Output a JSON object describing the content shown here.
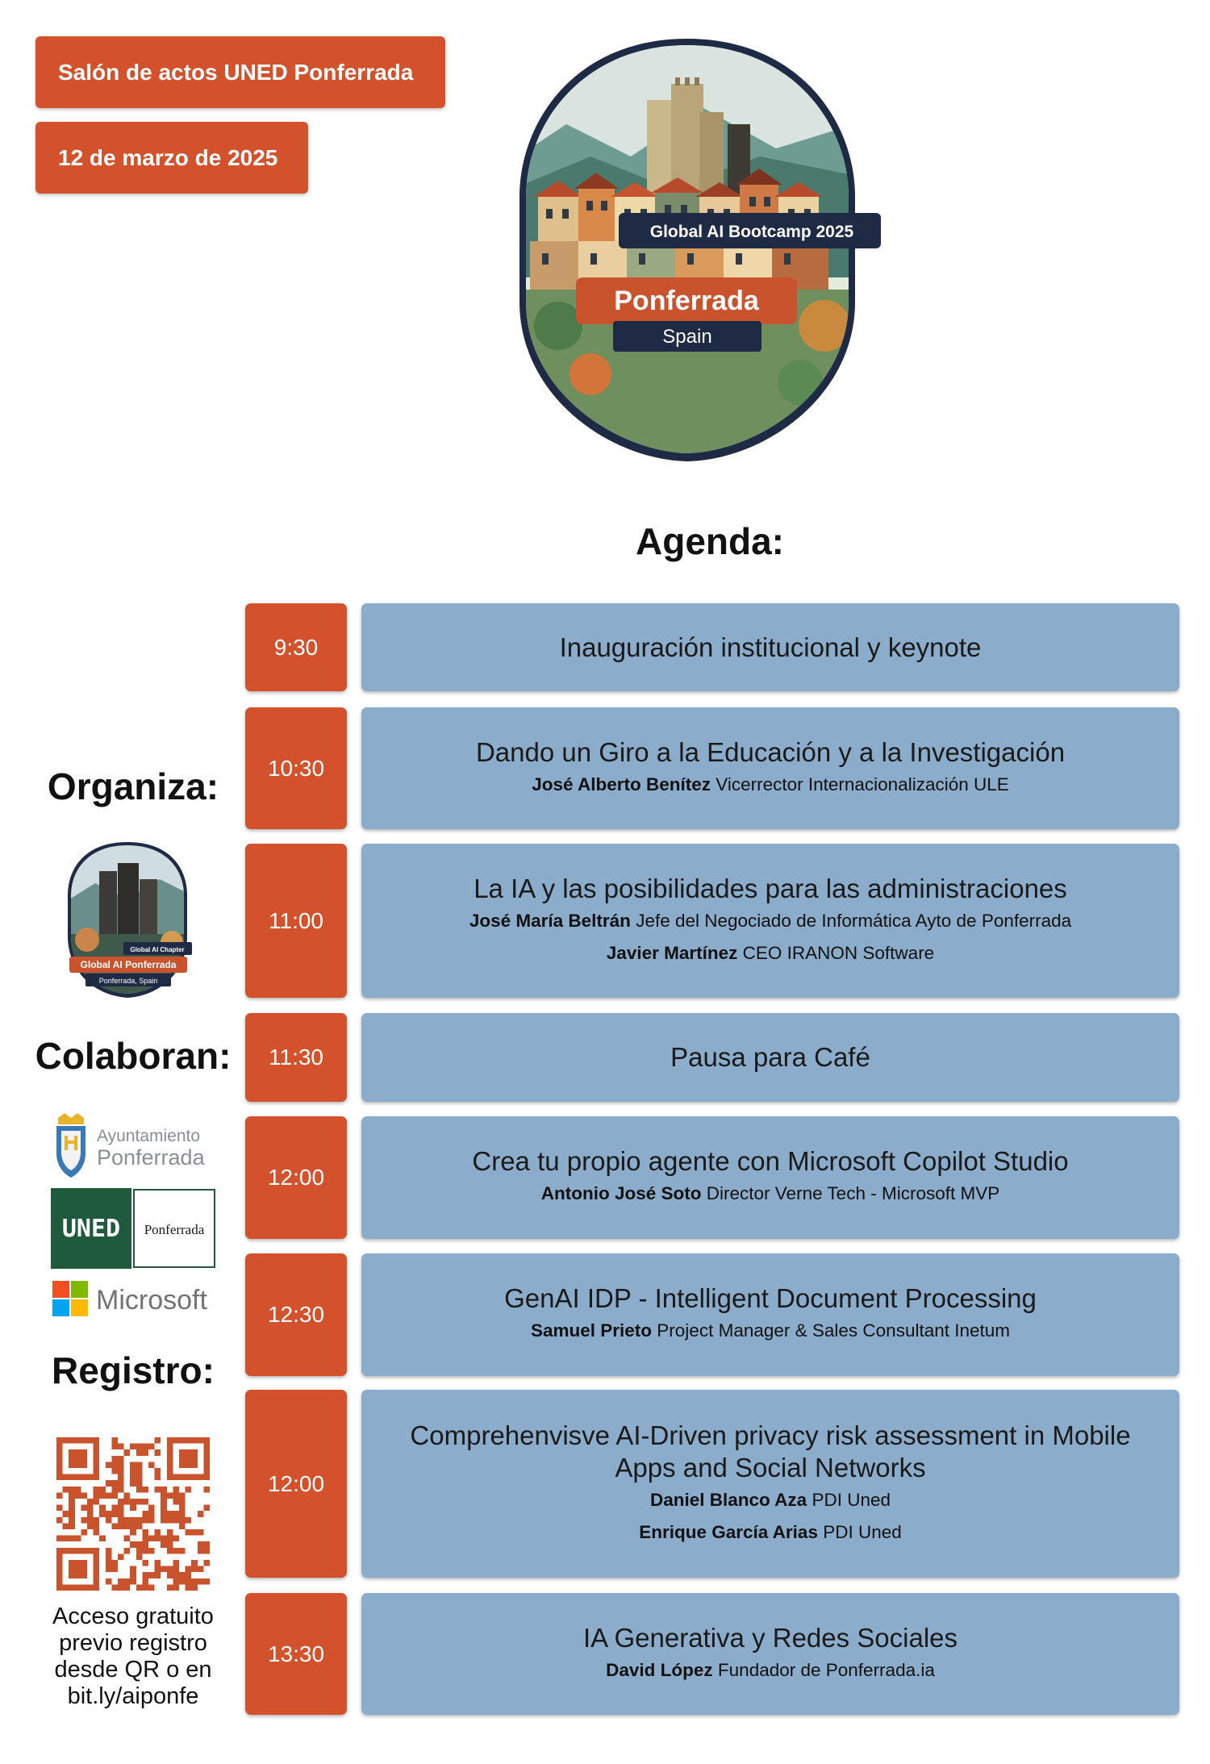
{
  "header": {
    "venue": "Salón de actos UNED Ponferrada",
    "date": "12 de marzo de 2025"
  },
  "hero_logo": {
    "event": "Global AI Bootcamp 2025",
    "city": "Ponferrada",
    "country": "Spain"
  },
  "agenda_title": "Agenda:",
  "sidebar": {
    "organiza_title": "Organiza:",
    "organizer_logo": {
      "chapter": "Global AI Chapter",
      "name": "Global AI Ponferrada",
      "place": "Ponferrada, Spain"
    },
    "colaboran_title": "Colaboran:",
    "ayuntamiento": {
      "line1": "Ayuntamiento",
      "line2": "Ponferrada"
    },
    "uned": {
      "brand": "UNED",
      "place": "Ponferrada"
    },
    "microsoft": "Microsoft",
    "registro_title": "Registro:",
    "access_lines": [
      "Acceso gratuito",
      "previo registro",
      "desde QR o en",
      "bit.ly/aiponfe"
    ]
  },
  "agenda": [
    {
      "time": "9:30",
      "title": [
        "Inauguración institucional y keynote"
      ],
      "speakers": []
    },
    {
      "time": "10:30",
      "title": [
        "Dando un Giro a la Educación y a la Investigación"
      ],
      "speakers": [
        {
          "name": "José Alberto Benítez",
          "role": "Vicerrector Internacionalización ULE"
        }
      ]
    },
    {
      "time": "11:00",
      "title": [
        "La IA y las posibilidades para las administraciones"
      ],
      "speakers": [
        {
          "name": "José María Beltrán",
          "role": "Jefe del Negociado de Informática Ayto de Ponferrada"
        },
        {
          "name": "Javier Martínez",
          "role": "CEO IRANON Software"
        }
      ]
    },
    {
      "time": "11:30",
      "title": [
        "Pausa para Café"
      ],
      "speakers": []
    },
    {
      "time": "12:00",
      "title": [
        "Crea tu propio agente con Microsoft Copilot Studio"
      ],
      "speakers": [
        {
          "name": "Antonio José Soto",
          "role": "Director Verne Tech - Microsoft MVP"
        }
      ]
    },
    {
      "time": "12:30",
      "title": [
        "GenAI IDP - Intelligent Document Processing"
      ],
      "speakers": [
        {
          "name": "Samuel Prieto",
          "role": "Project Manager & Sales Consultant Inetum"
        }
      ]
    },
    {
      "time": "12:00",
      "title": [
        "Comprehenvisve AI-Driven privacy risk assessment in Mobile",
        "Apps and Social Networks"
      ],
      "speakers": [
        {
          "name": "Daniel Blanco Aza",
          "role": "PDI Uned"
        },
        {
          "name": "Enrique García Arias",
          "role": "PDI Uned"
        }
      ]
    },
    {
      "time": "13:30",
      "title": [
        "IA Generativa y Redes Sociales"
      ],
      "speakers": [
        {
          "name": "David López",
          "role": "Fundador de Ponferrada.ia"
        }
      ]
    }
  ],
  "colors": {
    "accent": "#d3522c",
    "card": "#8badcb",
    "navy": "#1f2a44"
  }
}
